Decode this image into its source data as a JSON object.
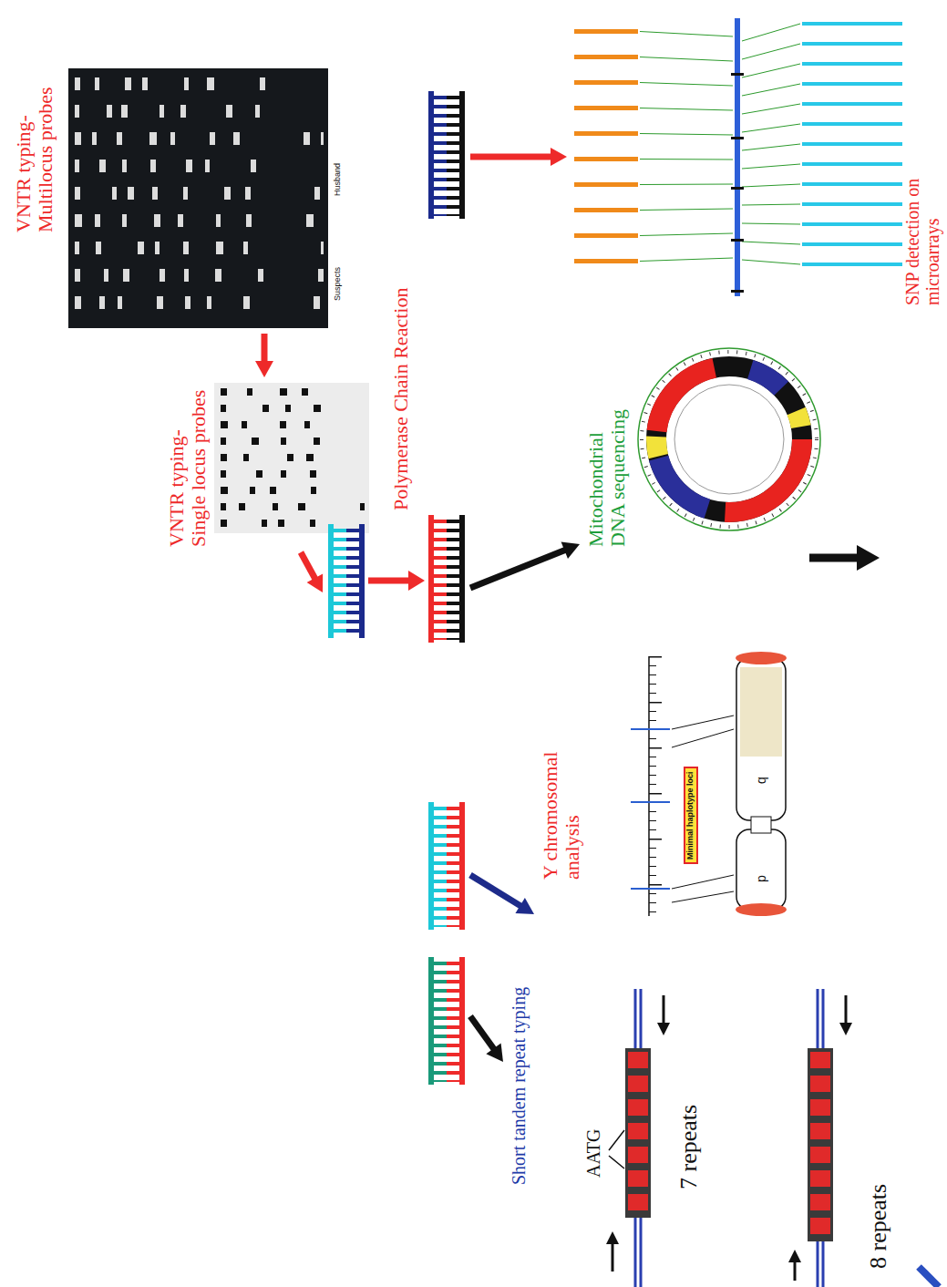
{
  "diagram": {
    "nodes": [
      {
        "text": [
          "VNTR typing- Multilocus probes"
        ]
      },
      {
        "text": [
          "VNTR typing- Single locus probes"
        ]
      },
      {
        "text": [
          "Polymerase Chain Reaction"
        ]
      },
      {
        "text": [
          "Short tandem repeat typing"
        ]
      },
      {
        "text": [
          "Y chromosomal analysis"
        ]
      },
      {
        "text": [
          "Mitochondrial DNA sequencing"
        ]
      },
      {
        "text": [
          "SNP detection on microarrays"
        ]
      }
    ],
    "edges": [
      {
        "from": 0,
        "to": 1,
        "arrow": "to"
      },
      {
        "from": 1,
        "to": 2,
        "arrow": "to"
      },
      {
        "from": 2,
        "to": 3,
        "arrow": "to"
      },
      {
        "from": 2,
        "to": 4,
        "arrow": "to"
      },
      {
        "from": 2,
        "to": 5,
        "arrow": "to"
      },
      {
        "from": 2,
        "to": 6,
        "arrow": "to"
      }
    ],
    "labels": [
      "Husband",
      "Suspects",
      "Minimal haplotype loci",
      "p",
      "q",
      "AATG",
      "7 repeats",
      "8 repeats"
    ]
  }
}
